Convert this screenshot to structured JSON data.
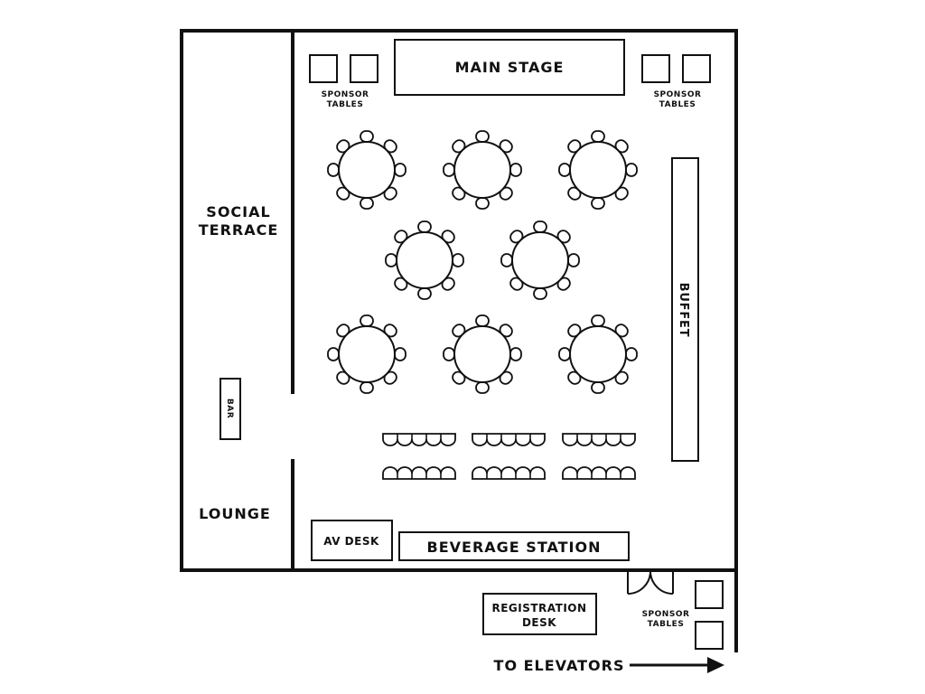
{
  "labels": {
    "main_stage": "MAIN STAGE",
    "sponsor_line1": "SPONSOR",
    "sponsor_line2": "TABLES",
    "social_line1": "SOCIAL",
    "social_line2": "TERRACE",
    "bar": "BAR",
    "lounge": "LOUNGE",
    "buffet": "BUFFET",
    "av_desk": "AV DESK",
    "beverage_station": "BEVERAGE STATION",
    "registration_line1": "REGISTRATION",
    "registration_line2": "DESK",
    "to_elevators": "TO ELEVATORS"
  },
  "colors": {
    "line": "#111111",
    "background": "#ffffff"
  },
  "icons": {
    "round_table": "round-table-icon",
    "theater_row": "theater-row-icon",
    "door": "double-door-icon",
    "arrow": "arrow-right-icon"
  }
}
